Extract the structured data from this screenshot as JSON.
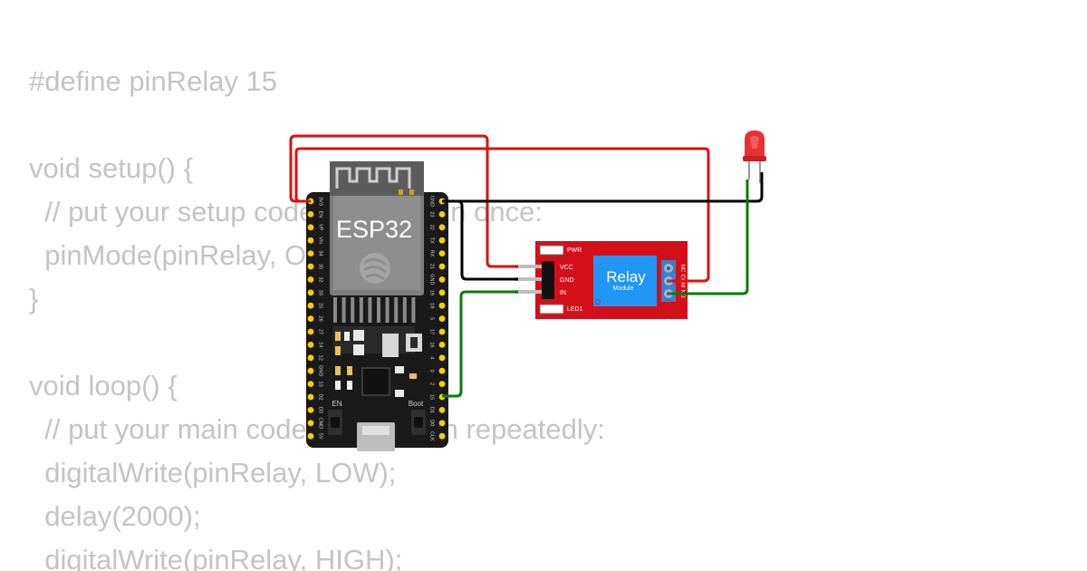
{
  "code": {
    "lines": [
      "#define pinRelay 15",
      "",
      "void setup() {",
      "  // put your setup code here, to run once:",
      "  pinMode(pinRelay, OUTPUT);",
      "}",
      "",
      "void loop() {",
      "  // put your main code here, to run repeatedly:",
      "  digitalWrite(pinRelay, LOW);",
      "  delay(2000);",
      "  digitalWrite(pinRelay, HIGH);"
    ]
  },
  "esp32": {
    "title": "ESP32",
    "en_label": "EN",
    "boot_label": "Boot",
    "left_pins": [
      "3V3",
      "EN",
      "VP",
      "VN",
      "34",
      "35",
      "32",
      "33",
      "25",
      "26",
      "27",
      "14",
      "12",
      "GND",
      "13",
      "D2",
      "D3",
      "CMD",
      "5V"
    ],
    "right_pins": [
      "GND",
      "23",
      "22",
      "TX",
      "RX",
      "21",
      "GND",
      "19",
      "18",
      "5",
      "17",
      "16",
      "4",
      "0",
      "2",
      "15",
      "D1",
      "D0",
      "CLK"
    ]
  },
  "relay": {
    "title": "Relay",
    "subtitle": "Module",
    "pwr_label": "PWR",
    "led_label": "LED1",
    "pins": [
      "VCC",
      "GND",
      "IN"
    ],
    "terminals": [
      "NC",
      "COM",
      "NO"
    ]
  },
  "colors": {
    "wire_power": "#dd1010",
    "wire_ground": "#000000",
    "wire_signal": "#0a7a0a",
    "board": "#1a1a1a",
    "pin": "#f4d000",
    "relay_board": "#d3101a",
    "relay_coil": "#2196f3",
    "terminal": "#3a7fc8",
    "led": "#e83030"
  },
  "icons": {
    "antenna": "wifi-antenna-trace",
    "logo": "espressif-logo-icon",
    "usb": "usb-port",
    "led": "red-led"
  }
}
